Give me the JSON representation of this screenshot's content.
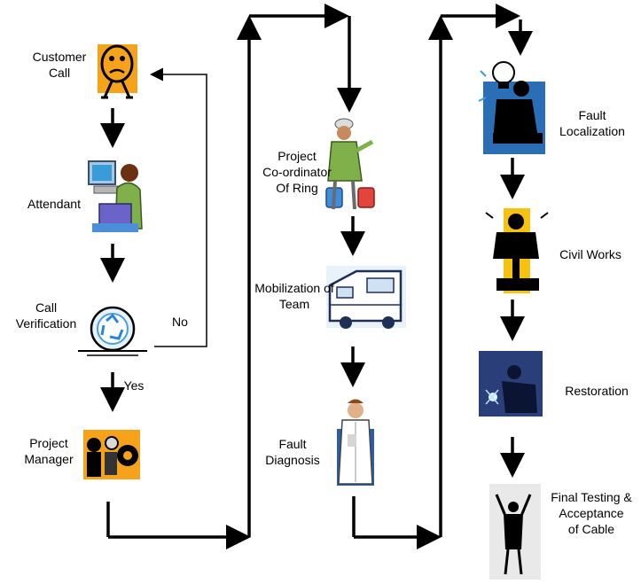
{
  "steps": {
    "customer_call": [
      "Customer",
      "Call"
    ],
    "attendant": [
      "Attendant"
    ],
    "call_verification": [
      "Call",
      "Verification"
    ],
    "project_manager": [
      "Project",
      "Manager"
    ],
    "project_coordinator": [
      "Project",
      "Co-ordinator",
      "Of Ring"
    ],
    "mobilization": [
      "Mobilization  of",
      "Team"
    ],
    "fault_diagnosis": [
      "Fault",
      "Diagnosis"
    ],
    "fault_localization": [
      "Fault",
      "Localization"
    ],
    "civil_works": [
      "Civil Works"
    ],
    "restoration": [
      "Restoration"
    ],
    "final_testing": [
      "Final Testing &",
      "Acceptance",
      "of Cable"
    ]
  },
  "branches": {
    "no": "No",
    "yes": "Yes"
  },
  "icons": {
    "customer_call": "worried-face-icon",
    "attendant": "computer-operator-icon",
    "call_verification": "recycle-disc-icon",
    "project_manager": "gears-people-icon",
    "project_coordinator": "engineer-icon",
    "mobilization": "ambulance-icon",
    "fault_diagnosis": "doctor-icon",
    "fault_localization": "lightbulb-idea-icon",
    "civil_works": "jackhammer-worker-icon",
    "restoration": "welder-icon",
    "final_testing": "victory-silhouette-icon"
  },
  "colors": {
    "arrow": "#000000",
    "accent_orange": "#f7a21b",
    "accent_yellow": "#f5c211",
    "accent_blue": "#2a6fb5"
  }
}
